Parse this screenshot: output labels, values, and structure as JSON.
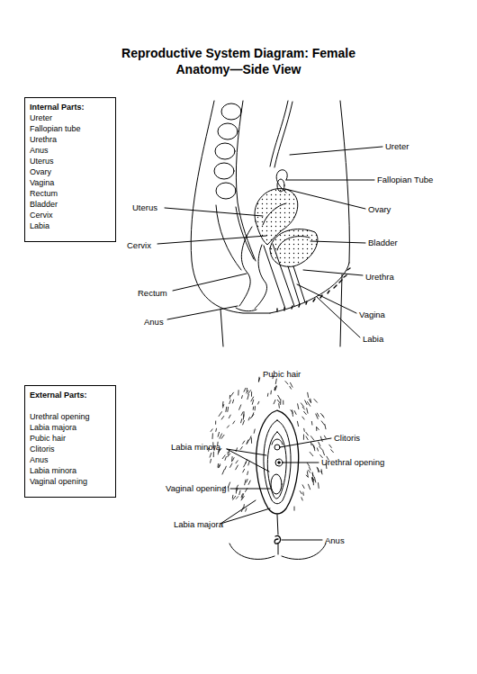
{
  "diagram": {
    "title": "Reproductive System Diagram: Female Anatomy—Side View",
    "nodes": [
      {
        "text": [
          "Internal Parts:",
          "Ureter",
          "Fallopian tube",
          "Urethra",
          "Anus",
          "Uterus",
          "Ovary",
          "Vagina",
          "Rectum",
          "Bladder",
          "Cervix",
          "Labia"
        ]
      },
      {
        "text": [
          "External Parts:",
          "Urethral opening",
          "Labia majora",
          "Pubic hair",
          "Clitoris",
          "Anus",
          "Labia minora",
          "Vaginal opening"
        ]
      }
    ],
    "labels": [
      "Ureter",
      "Fallopian Tube",
      "Ovary",
      "Bladder",
      "Urethra",
      "Vagina",
      "Labia",
      "Uterus",
      "Cervix",
      "Rectum",
      "Anus",
      "Pubic hair",
      "Clitoris",
      "Urethral opening",
      "Labia minora",
      "Vaginal opening",
      "Labia majora",
      "Anus"
    ]
  }
}
